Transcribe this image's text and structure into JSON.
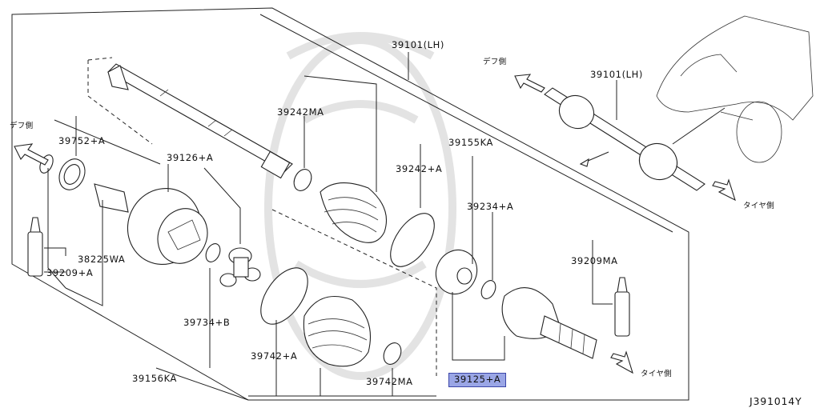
{
  "labels": {
    "p39101_main": "39101(LH)",
    "p39101_inset": "39101(LH)",
    "p39242MA": "39242MA",
    "p39242A": "39242+A",
    "p39155KA": "39155KA",
    "p39234A": "39234+A",
    "p39209MA": "39209MA",
    "p39752A": "39752+A",
    "p39126A": "39126+A",
    "p38225WA": "38225WA",
    "p39209A": "39209+A",
    "p39734B": "39734+B",
    "p39742A": "39742+A",
    "p39742MA": "39742MA",
    "p39156KA": "39156KA",
    "p39125A": "39125+A"
  },
  "directions": {
    "diff_left": "デフ側",
    "diff_inset": "デフ側",
    "tire_inset": "タイヤ側",
    "tire_bottom": "タイヤ側"
  },
  "diagram_code": "J391014Y",
  "highlight_color": "#9aa6e6"
}
